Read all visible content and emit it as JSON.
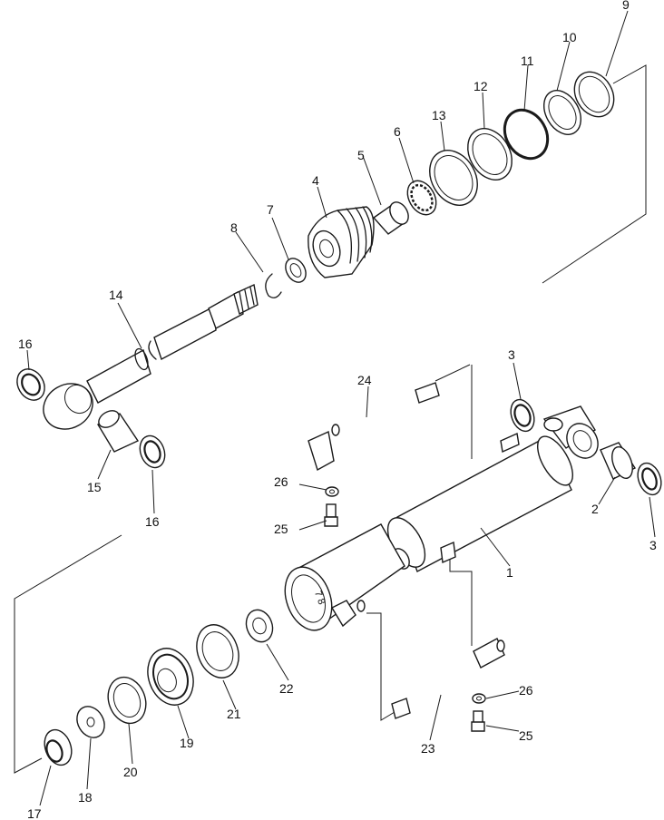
{
  "callouts": [
    {
      "id": "c1",
      "label": "1"
    },
    {
      "id": "c2",
      "label": "2"
    },
    {
      "id": "c3a",
      "label": "3"
    },
    {
      "id": "c3b",
      "label": "3"
    },
    {
      "id": "c4",
      "label": "4"
    },
    {
      "id": "c5",
      "label": "5"
    },
    {
      "id": "c6",
      "label": "6"
    },
    {
      "id": "c7",
      "label": "7"
    },
    {
      "id": "c8",
      "label": "8"
    },
    {
      "id": "c9",
      "label": "9"
    },
    {
      "id": "c10",
      "label": "10"
    },
    {
      "id": "c11",
      "label": "11"
    },
    {
      "id": "c12",
      "label": "12"
    },
    {
      "id": "c13",
      "label": "13"
    },
    {
      "id": "c14",
      "label": "14"
    },
    {
      "id": "c15",
      "label": "15"
    },
    {
      "id": "c16a",
      "label": "16"
    },
    {
      "id": "c16b",
      "label": "16"
    },
    {
      "id": "c17",
      "label": "17"
    },
    {
      "id": "c18",
      "label": "18"
    },
    {
      "id": "c19",
      "label": "19"
    },
    {
      "id": "c20",
      "label": "20"
    },
    {
      "id": "c21",
      "label": "21"
    },
    {
      "id": "c22",
      "label": "22"
    },
    {
      "id": "c23",
      "label": "23"
    },
    {
      "id": "c24",
      "label": "24"
    },
    {
      "id": "c25a",
      "label": "25"
    },
    {
      "id": "c25b",
      "label": "25"
    },
    {
      "id": "c26a",
      "label": "26"
    },
    {
      "id": "c26b",
      "label": "26"
    }
  ],
  "tube_marking": "7 8"
}
